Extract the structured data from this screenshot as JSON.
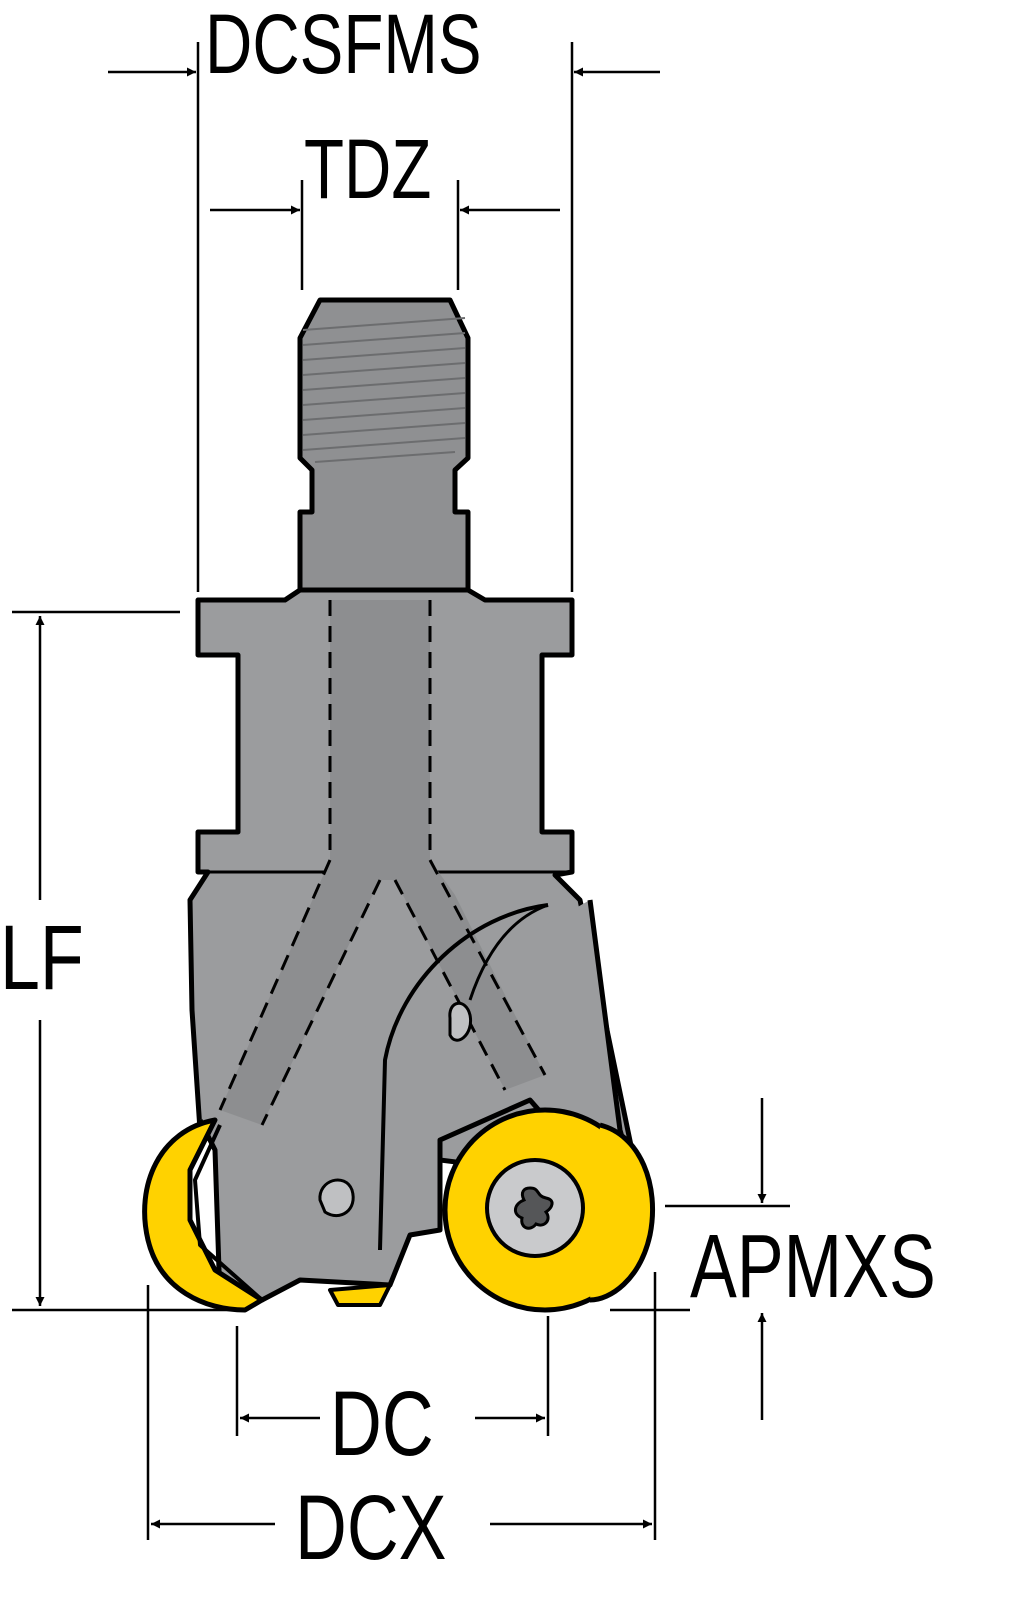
{
  "labels": {
    "dcsfms": "DCSFMS",
    "tdz": "TDZ",
    "lf": "LF",
    "apmxs": "APMXS",
    "dc": "DC",
    "dcx": "DCX"
  },
  "colors": {
    "tool_body": "#9a9b9d",
    "tool_body_dark": "#7f8082",
    "coolant_channel": "#8a8b8d",
    "insert": "#ffd200",
    "outline": "#000000"
  }
}
